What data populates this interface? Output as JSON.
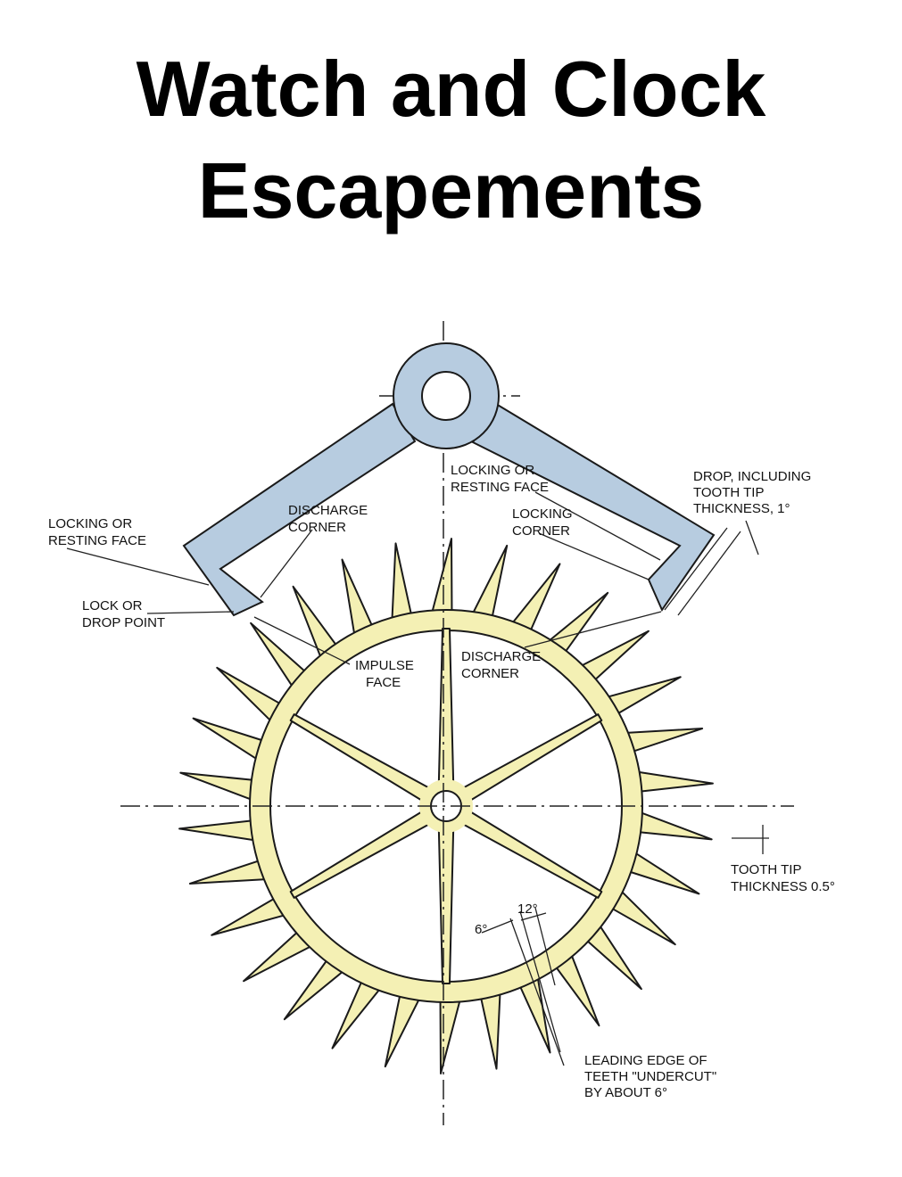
{
  "title": {
    "line1": "Watch and Clock",
    "line2": "Escapements"
  },
  "colors": {
    "wheel": "#f4f0b4",
    "pallet": "#b7cce0",
    "outline": "#1a1a1a",
    "background": "#ffffff"
  },
  "labels": {
    "locking_resting_face_left": [
      "LOCKING OR",
      "RESTING FACE"
    ],
    "lock_drop_point": [
      "LOCK OR",
      "DROP POINT"
    ],
    "discharge_corner_top": [
      "DISCHARGE",
      "CORNER"
    ],
    "impulse_face": [
      "IMPULSE",
      "FACE"
    ],
    "locking_resting_face_center": [
      "LOCKING OR",
      "RESTING FACE"
    ],
    "locking_corner": [
      "LOCKING",
      "CORNER"
    ],
    "discharge_corner_right": [
      "DISCHARGE",
      "CORNER"
    ],
    "drop_including": [
      "DROP, INCLUDING",
      "TOOTH TIP",
      "THICKNESS, 1°"
    ],
    "tooth_tip_thickness": [
      "TOOTH TIP",
      "THICKNESS 0.5°"
    ],
    "angle_6": "6°",
    "angle_12": "12°",
    "leading_edge": [
      "LEADING EDGE OF",
      "TEETH \"UNDERCUT\"",
      "BY ABOUT 6°"
    ]
  },
  "wheel": {
    "teeth": 30,
    "spokes": 6
  }
}
